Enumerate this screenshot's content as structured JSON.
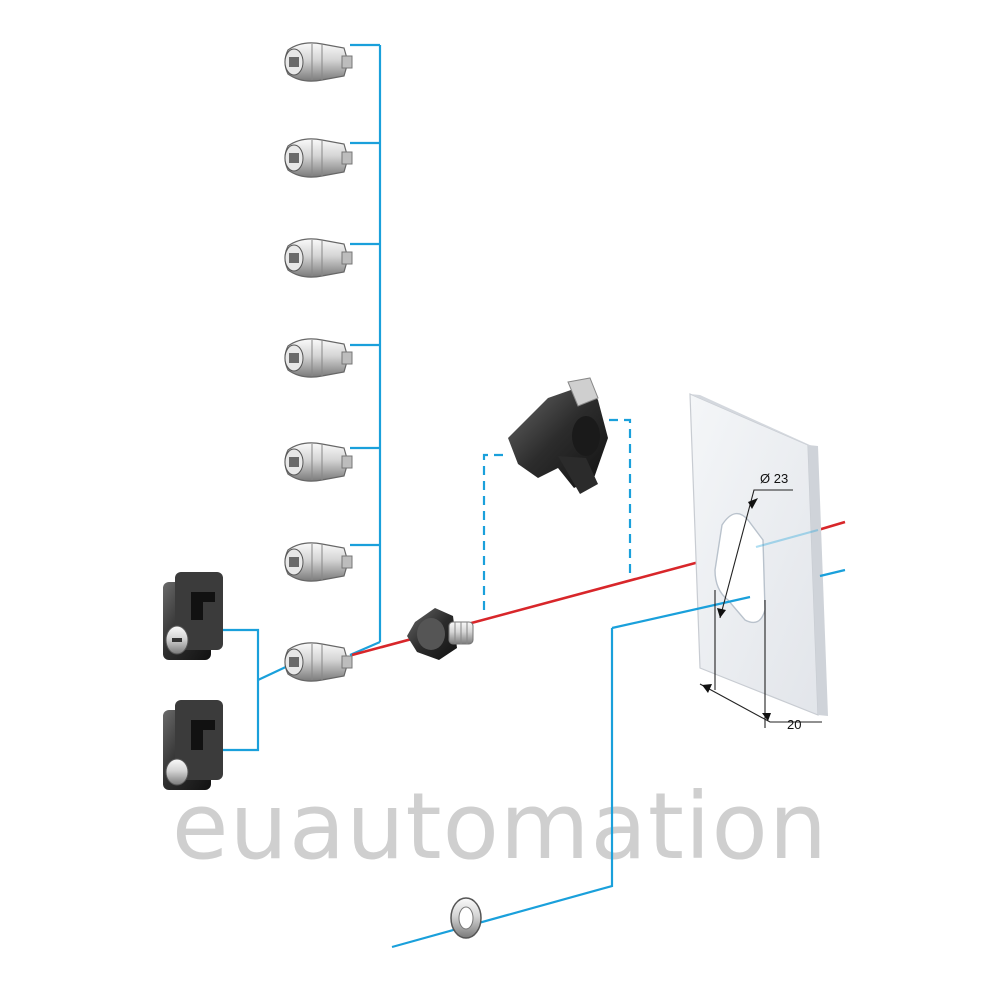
{
  "watermark": "euautomation",
  "dimensions": {
    "diameter_label": "Ø 23",
    "width_label": "20"
  },
  "colors": {
    "connector_blue": "#1aa0db",
    "axis_red": "#d8262a",
    "metal_light": "#e6e6e6",
    "metal_dark": "#3a3a3a",
    "panel": "#eef0f3",
    "watermark": "#cfcfcf"
  },
  "parts": {
    "inserts_count": 7,
    "lock_bodies_count": 2
  }
}
